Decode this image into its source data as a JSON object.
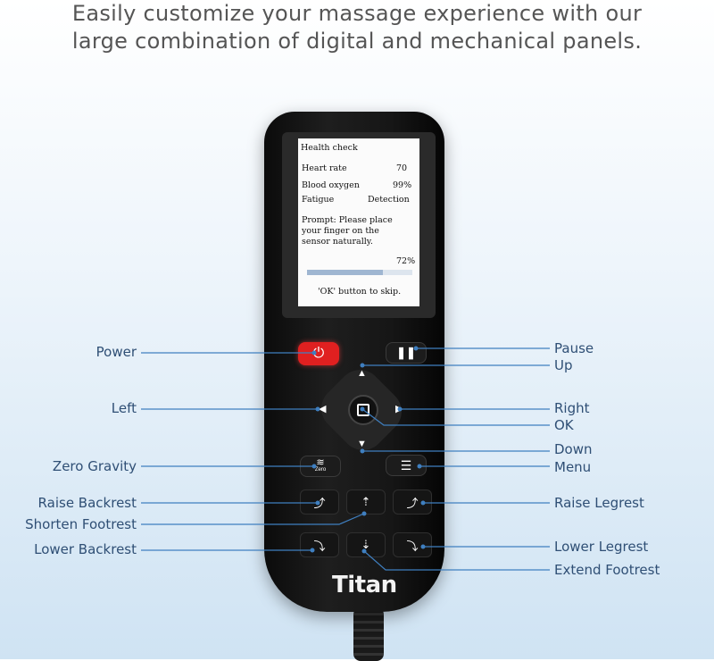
{
  "headline": {
    "line1": "Easily customize your massage experience with our",
    "line2": "large combination of digital and mechanical panels."
  },
  "screen": {
    "title": "Health check",
    "rows": [
      {
        "label": "Heart rate",
        "value": "70"
      },
      {
        "label": "Blood oxygen",
        "value": "99%"
      },
      {
        "label": "Fatigue",
        "value": "Detection"
      }
    ],
    "prompt_line1": "Prompt: Please place",
    "prompt_line2": "your finger on the",
    "prompt_line3": "sensor naturally.",
    "progress_text": "72%",
    "progress_value": 0.72,
    "hint": "'OK' button to skip."
  },
  "logo": "Titan",
  "zero_button_text": "Zero",
  "labels": {
    "power": "Power",
    "left": "Left",
    "zero_gravity": "Zero Gravity",
    "raise_backrest": "Raise Backrest",
    "shorten_footrest": "Shorten Footrest",
    "lower_backrest": "Lower Backrest",
    "pause": "Pause",
    "up": "Up",
    "right": "Right",
    "ok": "OK",
    "down": "Down",
    "menu": "Menu",
    "raise_legrest": "Raise Legrest",
    "lower_legrest": "Lower Legrest",
    "extend_footrest": "Extend Footrest"
  },
  "icons": {
    "power": "power-icon",
    "pause": "pause-icon",
    "menu": "menu-list-icon"
  },
  "colors": {
    "label": "#2f4f75",
    "line": "#3f7fc0",
    "power": "#e02020"
  }
}
